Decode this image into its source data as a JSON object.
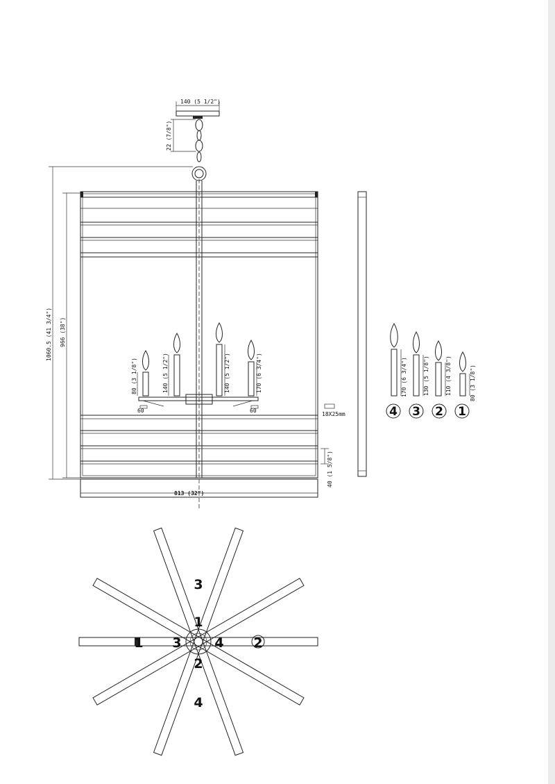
{
  "dimensions": {
    "canopy_width": "140 (5 1/2\")",
    "chain_link": "22 (7/8\")",
    "overall_height": "1060.5 (41 3/4\")",
    "frame_height": "966 (38\")",
    "frame_width": "813 (32\")",
    "bar_height": "40 (1 5/8\")",
    "bar_section": "18X25mm",
    "arm_label": "60",
    "drawing_socket_labels": [
      "80 (3 1/8\")",
      "140 (5 1/2\")",
      "140 (5 1/2\")",
      "170 (6 3/4\")"
    ]
  },
  "candles": [
    {
      "id": "4",
      "label": "170 (6 3/4\")"
    },
    {
      "id": "3",
      "label": "130 (5 1/8\")"
    },
    {
      "id": "2",
      "label": "110 (4 3/8\")"
    },
    {
      "id": "1",
      "label": "80 (3 1/8\")"
    }
  ],
  "plan_labels": [
    "3",
    "1",
    "1",
    "3",
    "4",
    "2",
    "2",
    "4"
  ]
}
